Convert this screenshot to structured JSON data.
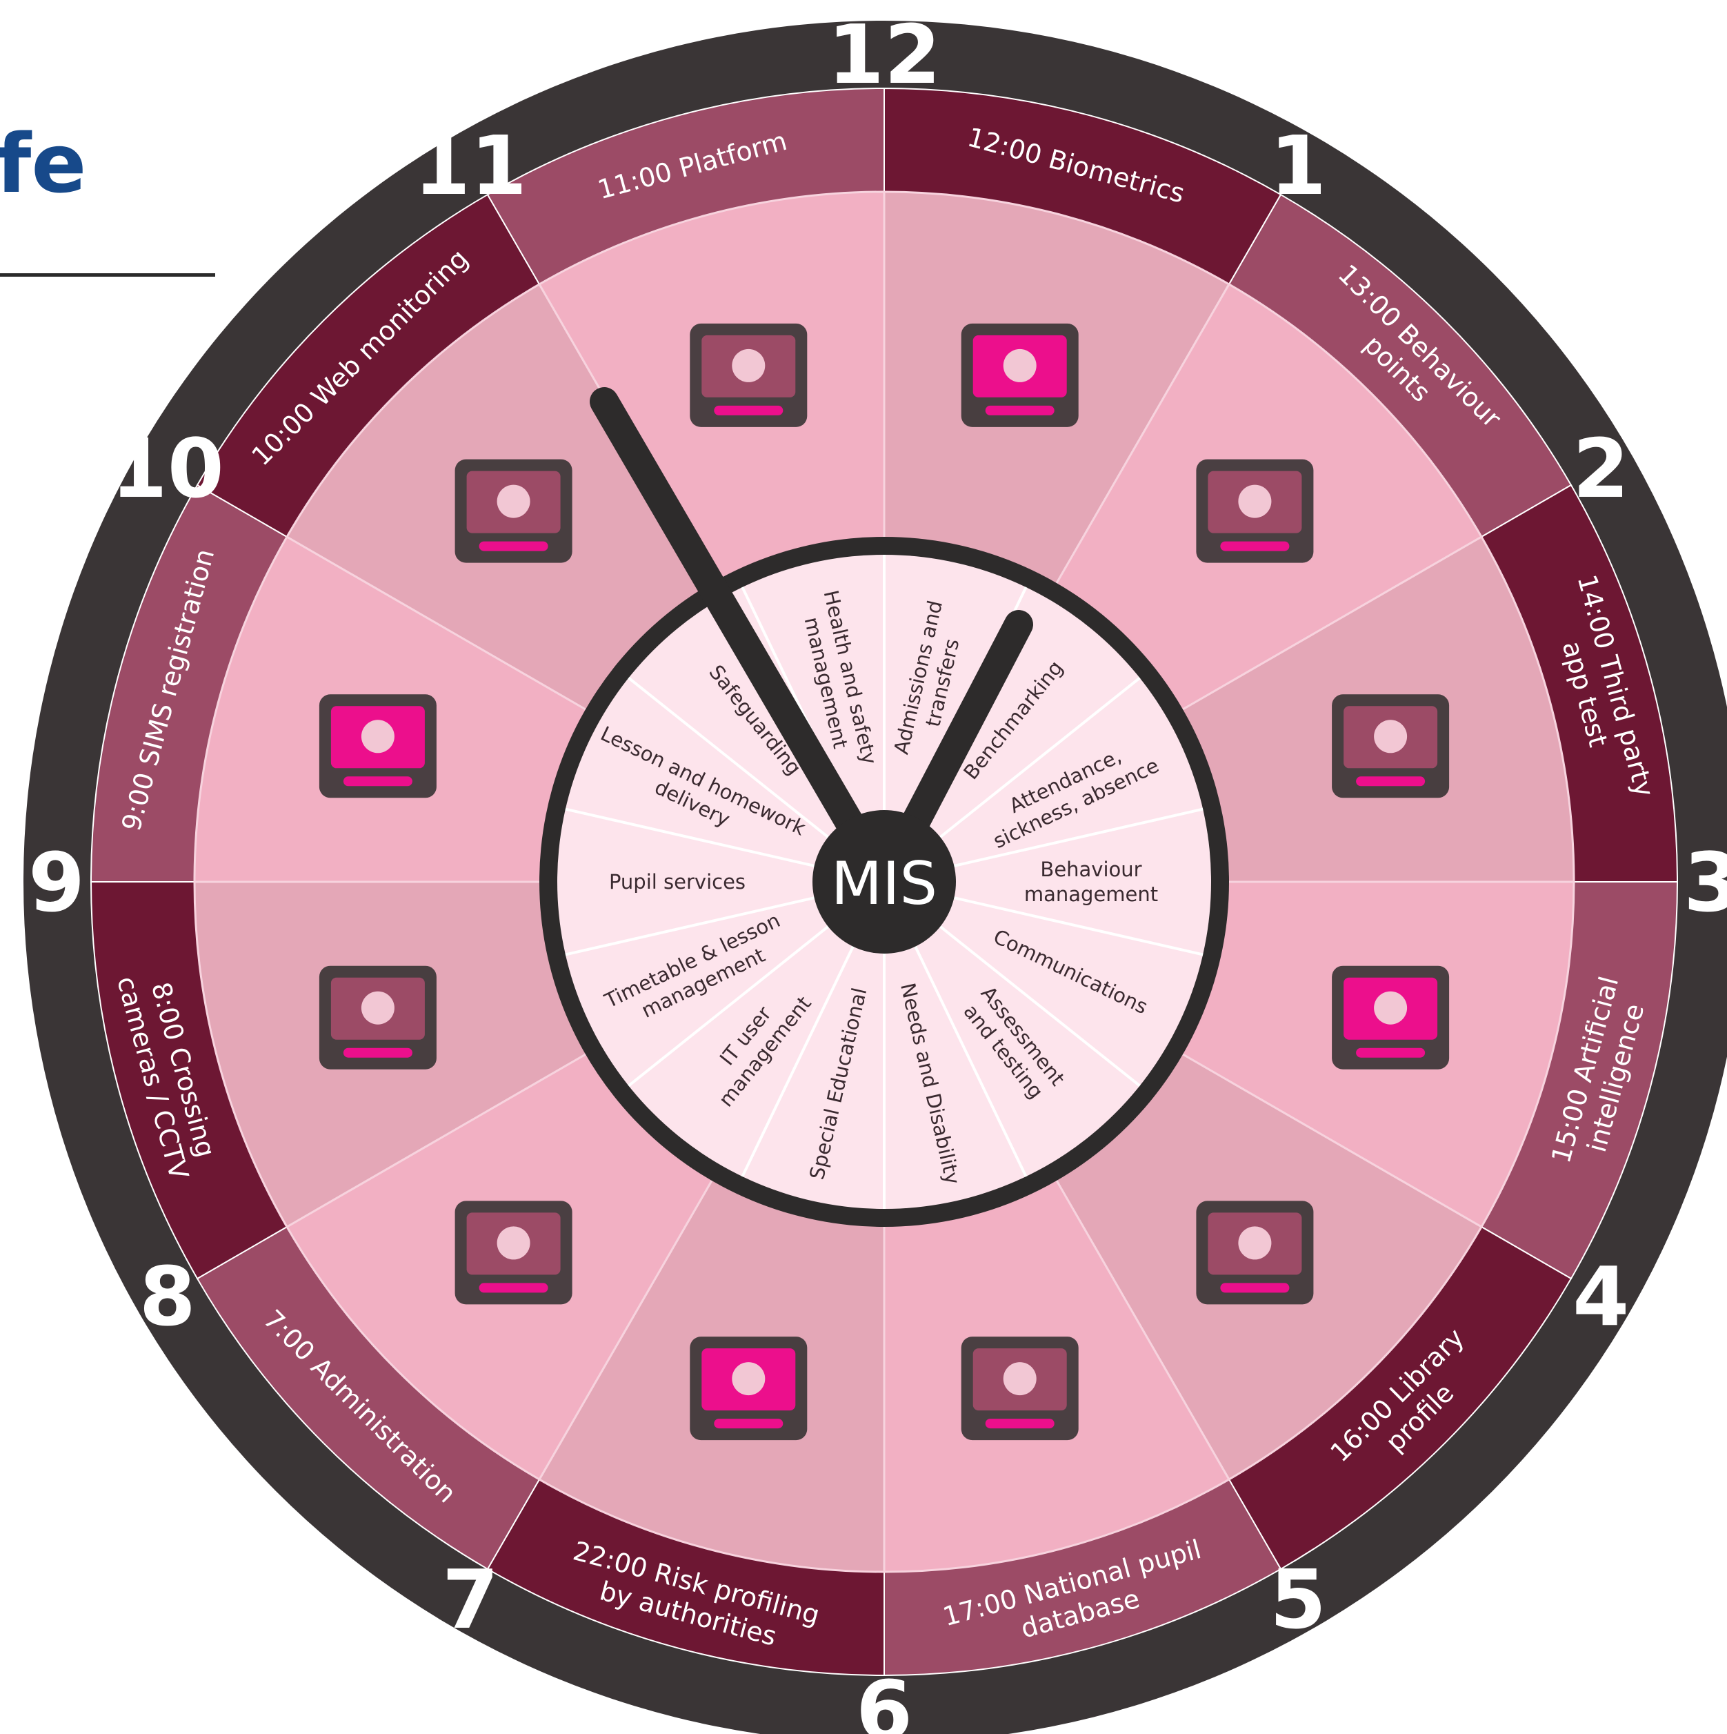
{
  "title": "fe",
  "hours": [
    "12",
    "1",
    "2",
    "3",
    "4",
    "5",
    "6",
    "7",
    "8",
    "9",
    "10",
    "11"
  ],
  "center_label": "MIS",
  "segments": [
    {
      "lines": [
        "12:00 Biometrics"
      ],
      "icon": "fingerprint-scanner-icon"
    },
    {
      "lines": [
        "13:00 Behaviour",
        "points"
      ],
      "icon": "mood-monitor-icon"
    },
    {
      "lines": [
        "14:00 Third party",
        "app test"
      ],
      "icon": "phone-app-icon"
    },
    {
      "lines": [
        "15:00 Artificial",
        "intelligence"
      ],
      "icon": "video-grid-icon"
    },
    {
      "lines": [
        "16:00 Library",
        "profile"
      ],
      "icon": "library-books-icon"
    },
    {
      "lines": [
        "17:00 National pupil",
        "database"
      ],
      "icon": "school-crown-icon"
    },
    {
      "lines": [
        "22:00 Risk profiling",
        "by authorities"
      ],
      "icon": "risk-profile-icon"
    },
    {
      "lines": [
        "7:00 Administration"
      ],
      "icon": "phone-message-icon"
    },
    {
      "lines": [
        "8:00 Crossing",
        "cameras / CCTV"
      ],
      "icon": "crossing-guard-camera-icon"
    },
    {
      "lines": [
        "9:00 SIMS registration"
      ],
      "icon": "laptop-profile-icon"
    },
    {
      "lines": [
        "10:00 Web monitoring"
      ],
      "icon": "magnifier-browser-icon"
    },
    {
      "lines": [
        "11:00 Platform"
      ],
      "icon": "student-laptop-icon"
    }
  ],
  "categories": [
    [
      "Admissions and",
      "transfers"
    ],
    [
      "Benchmarking"
    ],
    [
      "Attendance,",
      "sickness, absence"
    ],
    [
      "Behaviour",
      "management"
    ],
    [
      "Communications"
    ],
    [
      "Assessment",
      "and testing"
    ],
    [
      "Needs and Disability"
    ],
    [
      "Special Educational"
    ],
    [
      "IT user",
      "management"
    ],
    [
      "Timetable & lesson",
      "management"
    ],
    [
      "Pupil services"
    ],
    [
      "Lesson and homework",
      "delivery"
    ],
    [
      "Safeguarding"
    ],
    [
      "Health and safety",
      "management"
    ]
  ],
  "colors": {
    "rim": "#3a3536",
    "band_dark": "#6d1733",
    "band_mid": "#9c4b66",
    "face_light": "#f2b0c3",
    "face_mid": "#e4a7b7",
    "hub_fill": "#fde4ec",
    "hand": "#2d2b2b",
    "accent": "#ec0f8c"
  }
}
